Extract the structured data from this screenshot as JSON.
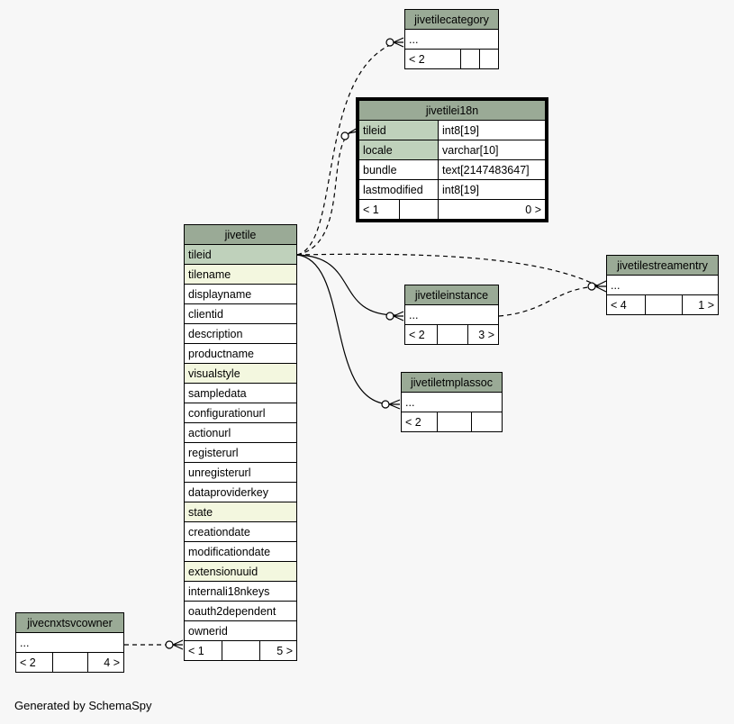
{
  "colors": {
    "background": "#f7f7f7",
    "header": "#9aaa96",
    "primary_key": "#bfd1bb",
    "indexed": "#f3f7df",
    "row": "#ffffff"
  },
  "footer": "Generated by SchemaSpy",
  "tables": {
    "jivetilecategory": {
      "name": "jivetilecategory",
      "ellipsis": "...",
      "nav_left": "< 2",
      "nav_mid": "",
      "nav_right": ""
    },
    "jivetilei18n": {
      "name": "jivetilei18n",
      "columns": [
        {
          "name": "tileid",
          "type": "int8[19]"
        },
        {
          "name": "locale",
          "type": "varchar[10]"
        },
        {
          "name": "bundle",
          "type": "text[2147483647]"
        },
        {
          "name": "lastmodified",
          "type": "int8[19]"
        }
      ],
      "nav_left": "< 1",
      "nav_mid": "",
      "nav_right": "0 >"
    },
    "jivetile": {
      "name": "jivetile",
      "columns": [
        "tileid",
        "tilename",
        "displayname",
        "clientid",
        "description",
        "productname",
        "visualstyle",
        "sampledata",
        "configurationurl",
        "actionurl",
        "registerurl",
        "unregisterurl",
        "dataproviderkey",
        "state",
        "creationdate",
        "modificationdate",
        "extensionuuid",
        "internali18nkeys",
        "oauth2dependent",
        "ownerid"
      ],
      "nav_left": "< 1",
      "nav_mid": "",
      "nav_right": "5 >"
    },
    "jivetilestreamentry": {
      "name": "jivetilestreamentry",
      "ellipsis": "...",
      "nav_left": "< 4",
      "nav_mid": "",
      "nav_right": "1 >"
    },
    "jivetileinstance": {
      "name": "jivetileinstance",
      "ellipsis": "...",
      "nav_left": "< 2",
      "nav_mid": "",
      "nav_right": "3 >"
    },
    "jivetiletmplassoc": {
      "name": "jivetiletmplassoc",
      "ellipsis": "...",
      "nav_left": "< 2",
      "nav_mid": "",
      "nav_right": ""
    },
    "jivecnxtsvcowner": {
      "name": "jivecnxtsvcowner",
      "ellipsis": "...",
      "nav_left": "< 2",
      "nav_mid": "",
      "nav_right": "4 >"
    }
  }
}
